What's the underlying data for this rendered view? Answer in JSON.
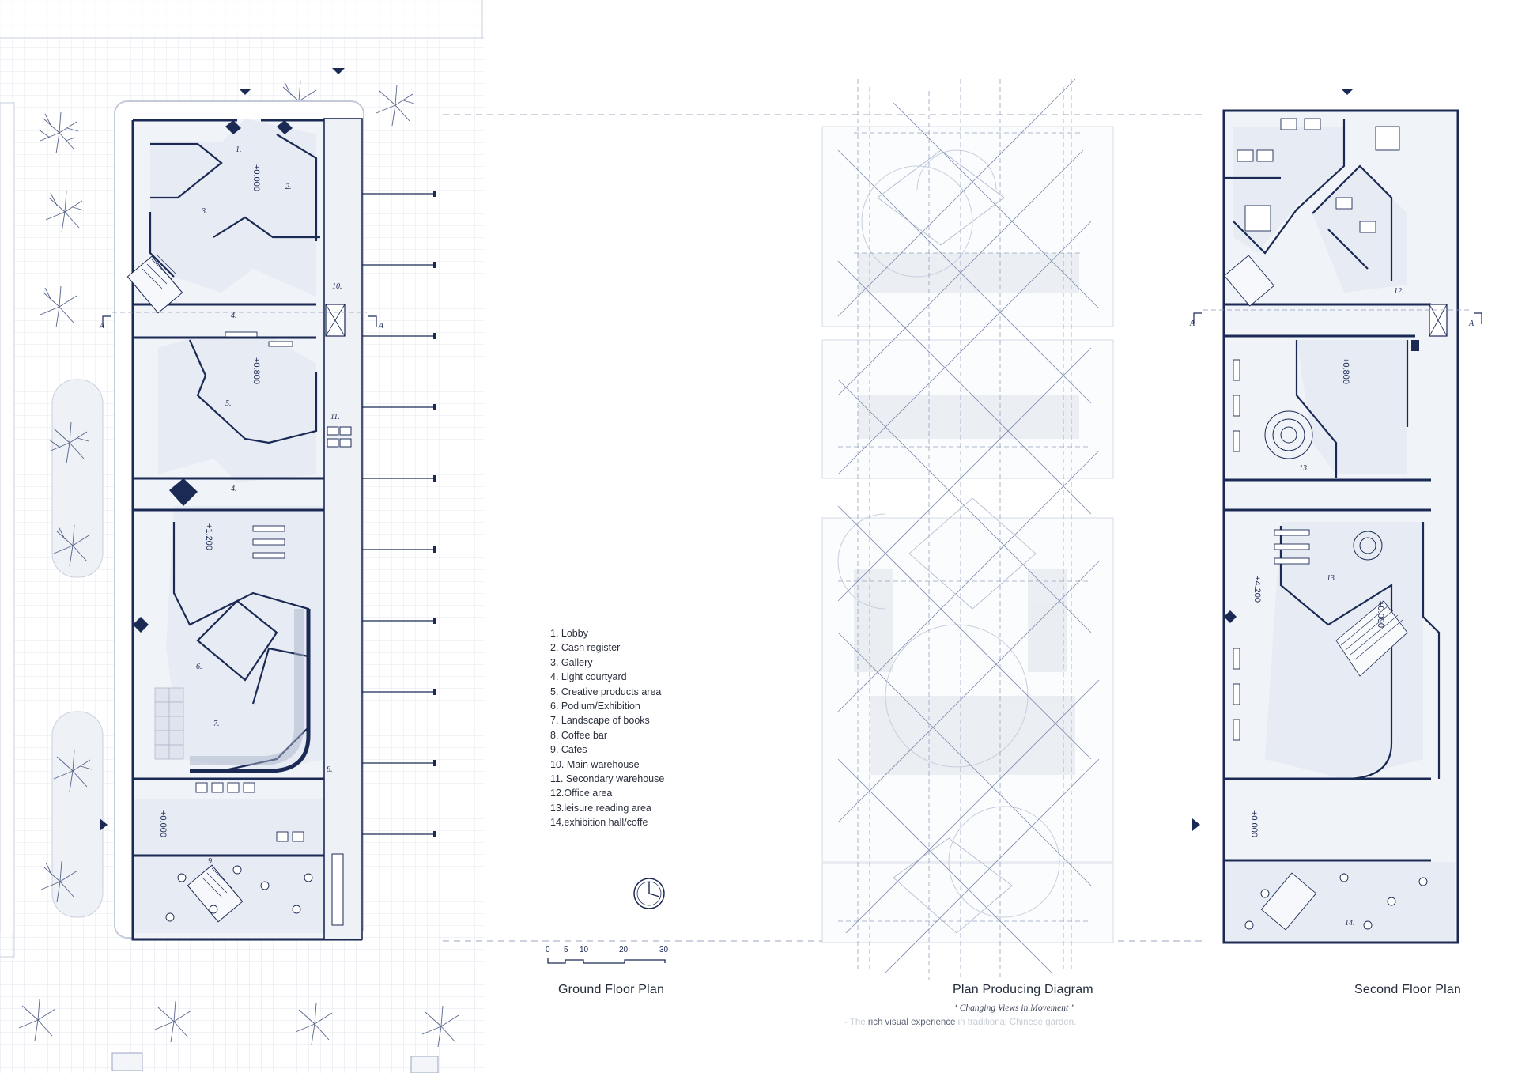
{
  "titles": {
    "ground": "Ground Floor Plan",
    "diagram": "Plan Producing Diagram",
    "second": "Second Floor Plan"
  },
  "diagram_subtitle": "‘ Changing Views in Movement ’",
  "diagram_caption": {
    "part1": "- The ",
    "part2": "rich visual experience",
    "part3": " in traditional Chinese garden."
  },
  "legend": [
    "1. Lobby",
    "2. Cash register",
    "3. Gallery",
    "4. Light courtyard",
    "5. Creative products area",
    "6. Podium/Exhibition",
    "7. Landscape of books",
    "8. Coffee bar",
    "9. Cafes",
    "10. Main warehouse",
    "11. Secondary warehouse",
    "12.Office area",
    "13.leisure reading area",
    "14.exhibition  hall/coffe"
  ],
  "scale_bar": [
    "0",
    "5",
    "10",
    "20",
    "30"
  ],
  "section_marker": "A",
  "ground_elevations": [
    "+0.000",
    "+0.800",
    "+1.200",
    "+0.000"
  ],
  "second_elevations": [
    "+0.800",
    "+4.200",
    "+0.000",
    "+0.000"
  ],
  "ground_room_numbers": [
    "1.",
    "2.",
    "3.",
    "10.",
    "4.",
    "5.",
    "11.",
    "4.",
    "6.",
    "7.",
    "8.",
    "9."
  ],
  "second_room_numbers": [
    "12.",
    "13.",
    "13.",
    "14."
  ],
  "colors": {
    "ink": "#1b2a55",
    "grid": "#dfe4ee",
    "fill": "#e9edf4",
    "dash": "#8e9ab8"
  }
}
